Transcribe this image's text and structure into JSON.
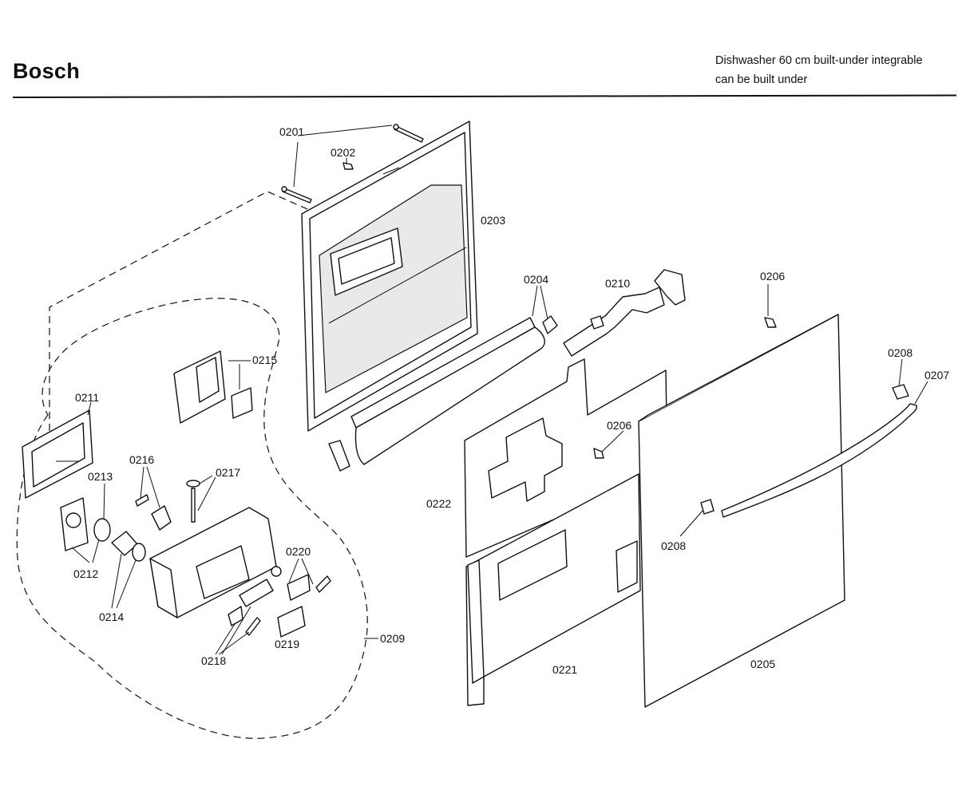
{
  "header": {
    "brand": "Bosch",
    "subtitle_line1": "Dishwasher 60 cm built-under integrable",
    "subtitle_line2": "can be built under"
  },
  "parts": {
    "p0201": "0201",
    "p0202": "0202",
    "p0203": "0203",
    "p0204": "0204",
    "p0205": "0205",
    "p0206a": "0206",
    "p0206b": "0206",
    "p0207": "0207",
    "p0208a": "0208",
    "p0208b": "0208",
    "p0209": "0209",
    "p0210": "0210",
    "p0211": "0211",
    "p0212": "0212",
    "p0213": "0213",
    "p0214": "0214",
    "p0215": "0215",
    "p0216": "0216",
    "p0217": "0217",
    "p0218": "0218",
    "p0219": "0219",
    "p0220": "0220",
    "p0221": "0221",
    "p0222": "0222"
  }
}
